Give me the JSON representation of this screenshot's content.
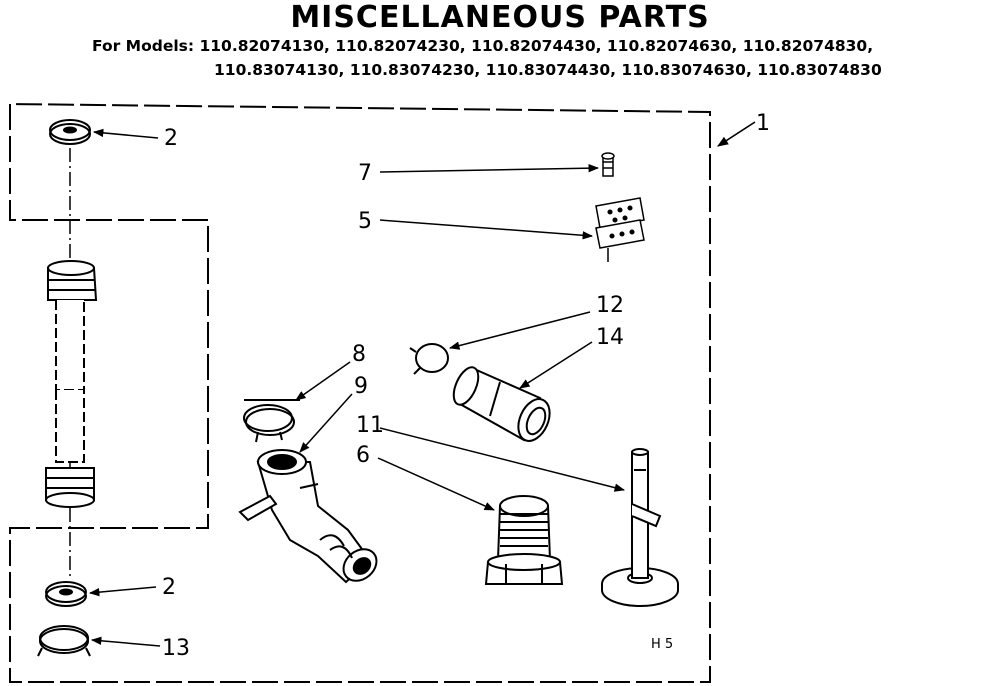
{
  "title": "MISCELLANEOUS PARTS",
  "models_line1": "For Models: 110.82074130, 110.82074230, 110.82074430, 110.82074630, 110.82074830,",
  "models_line2": "110.83074130, 110.83074230, 110.83074430, 110.83074630, 110.83074830",
  "callouts": {
    "c1": "1",
    "c2_top": "2",
    "c7": "7",
    "c5": "5",
    "c12": "12",
    "c14": "14",
    "c8": "8",
    "c9": "9",
    "c11": "11",
    "c6": "6",
    "c2_bottom": "2",
    "c13": "13"
  },
  "diagram_code": "H 5"
}
